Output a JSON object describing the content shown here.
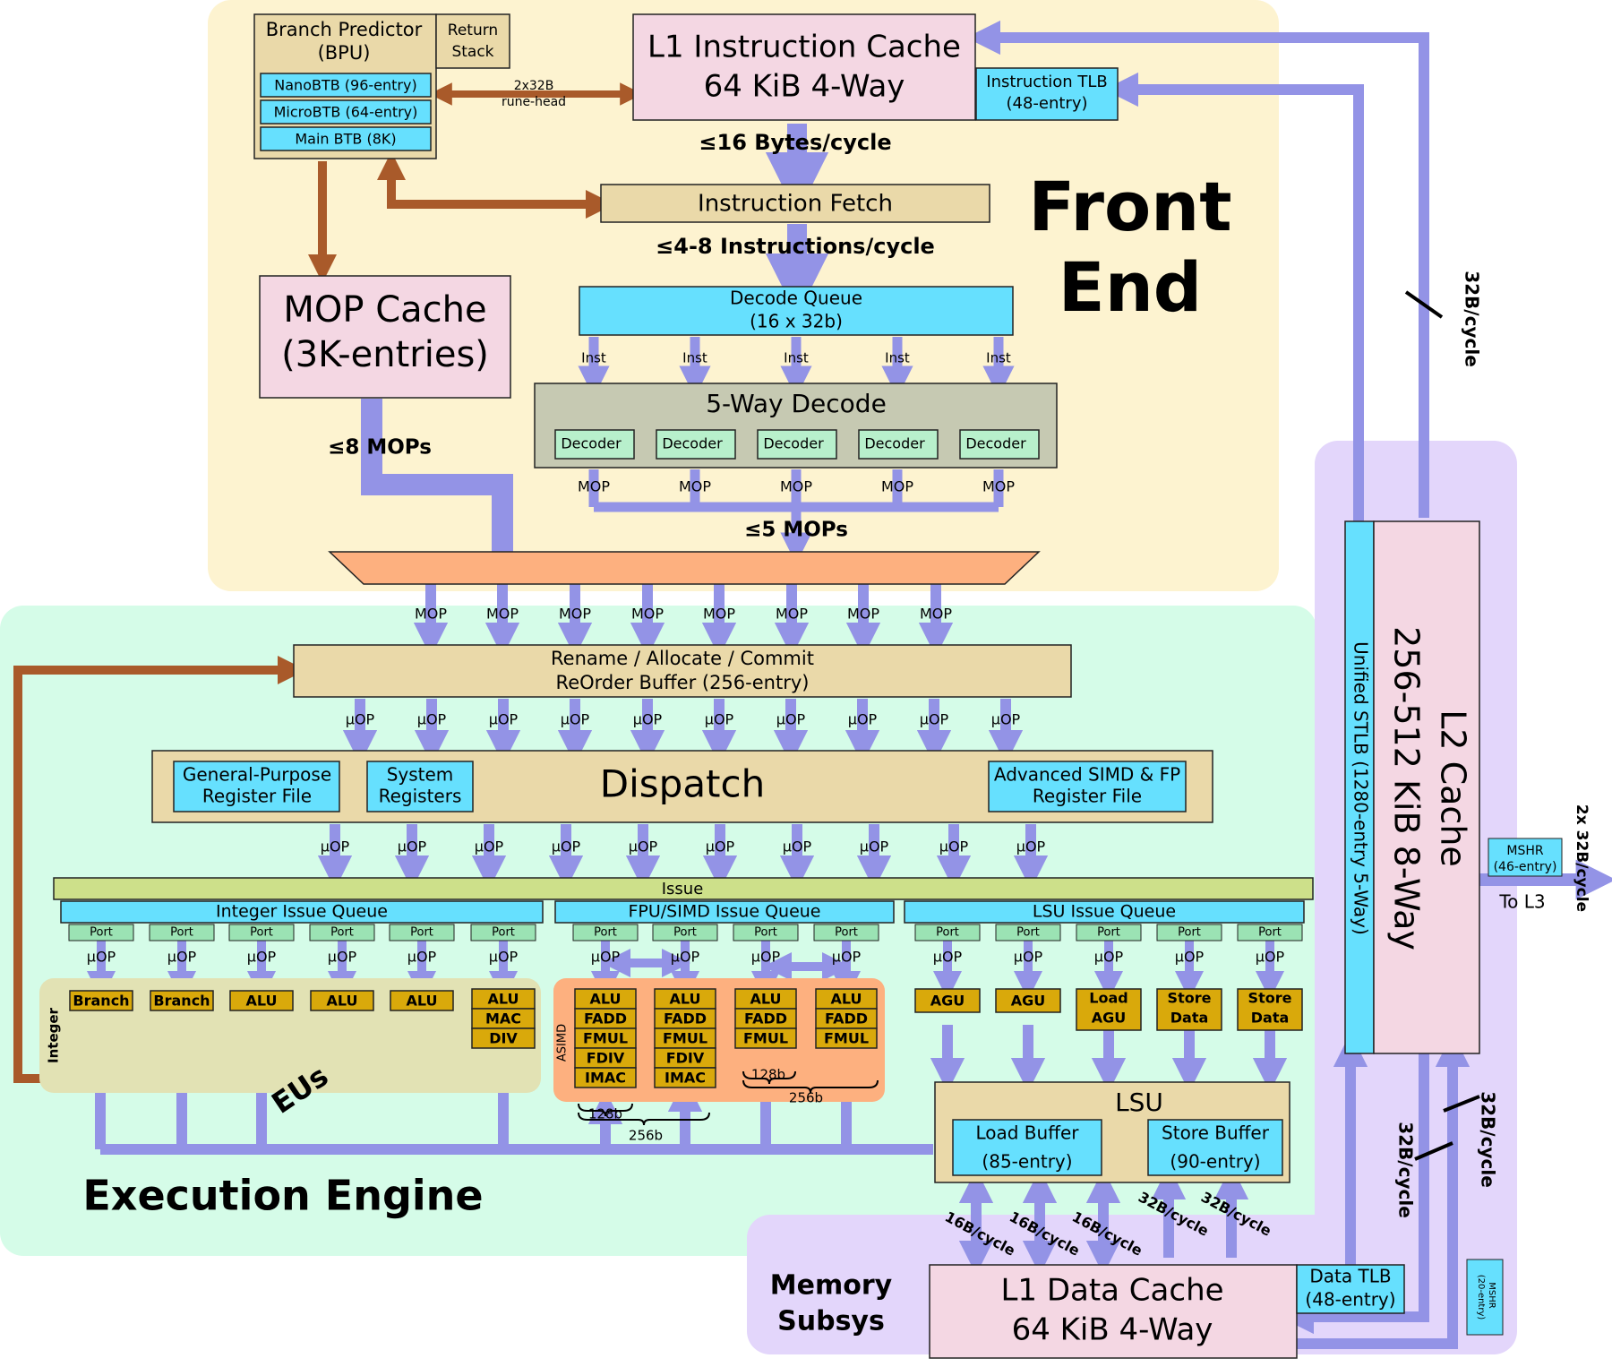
{
  "title": {
    "front_end_1": "Front",
    "front_end_2": "End",
    "execution_engine": "Execution Engine",
    "memory_1": "Memory",
    "memory_2": "Subsys",
    "eus": "EUs"
  },
  "front_end": {
    "bpu_title_1": "Branch Predictor",
    "bpu_title_2": "(BPU)",
    "return_stack_1": "Return",
    "return_stack_2": "Stack",
    "nanobtb": "NanoBTB (96-entry)",
    "microbtb": "MicroBTB (64-entry)",
    "mainbtb": "Main BTB (8K)",
    "bpu_link_1": "2x32B",
    "bpu_link_2": "rune-head",
    "l1i_1": "L1 Instruction Cache",
    "l1i_2": "64 KiB 4-Way",
    "itlb_1": "Instruction TLB",
    "itlb_2": "(48-entry)",
    "fetch_bw": "≤16 Bytes/cycle",
    "instruction_fetch": "Instruction Fetch",
    "fetch_rate": "≤4-8 Instructions/cycle",
    "decode_queue_1": "Decode Queue",
    "decode_queue_2": "(16 x 32b)",
    "inst": "Inst",
    "decode_title": "5-Way Decode",
    "decoder": "Decoder",
    "mop": "MOP",
    "mops5": "≤5 MOPs",
    "mops8": "≤8 MOPs",
    "mop_cache_1": "MOP Cache",
    "mop_cache_2": "(3K-entries)"
  },
  "execution": {
    "rename_1": "Rename / Allocate / Commit",
    "rename_2": "ReOrder Buffer (256-entry)",
    "uop": "µOP",
    "gprf_1": "General-Purpose",
    "gprf_2": "Register File",
    "sysreg_1": "System",
    "sysreg_2": "Registers",
    "dispatch": "Dispatch",
    "simdrf_1": "Advanced SIMD & FP",
    "simdrf_2": "Register File",
    "issue": "Issue",
    "int_iq": "Integer Issue Queue",
    "fp_iq": "FPU/SIMD Issue Queue",
    "lsu_iq": "LSU Issue Queue",
    "port": "Port",
    "integer_label": "Integer",
    "asimd_label": "ASIMD",
    "int_units": [
      "Branch",
      "Branch",
      "ALU",
      "ALU",
      "ALU"
    ],
    "int_unit6": [
      "ALU",
      "MAC",
      "DIV"
    ],
    "fp_unit1": [
      "ALU",
      "FADD",
      "FMUL",
      "FDIV",
      "IMAC"
    ],
    "fp_unit2": [
      "ALU",
      "FADD",
      "FMUL",
      "FDIV",
      "IMAC"
    ],
    "fp_unit3": [
      "ALU",
      "FADD",
      "FMUL"
    ],
    "fp_unit4": [
      "ALU",
      "FADD",
      "FMUL"
    ],
    "lsu_units": [
      [
        "AGU"
      ],
      [
        "AGU"
      ],
      [
        "Load",
        "AGU"
      ],
      [
        "Store",
        "Data"
      ],
      [
        "Store",
        "Data"
      ]
    ],
    "w128": "128b",
    "w256": "256b",
    "lsu": "LSU",
    "load_buf_1": "Load Buffer",
    "load_buf_2": "(85-entry)",
    "store_buf_1": "Store Buffer",
    "store_buf_2": "(90-entry)"
  },
  "memory": {
    "l1d_1": "L1 Data Cache",
    "l1d_2": "64 KiB 4-Way",
    "dtlb_1": "Data TLB",
    "dtlb_2": "(48-entry)",
    "mshr20_1": "MSHR",
    "mshr20_2": "(20-entry)",
    "bw16": "16B/cycle",
    "bw32": "32B/cycle",
    "l2_1": "L2 Cache",
    "l2_2": "256-512 KiB 8-Way",
    "stlb": "Unified STLB (1280-entry 5-Way)",
    "mshr46_1": "MSHR",
    "mshr46_2": "(46-entry)",
    "to_l3": "To L3",
    "l3_bw": "2x 32B/cycle"
  },
  "colors": {
    "front_bg": "#fdf3d0",
    "exec_bg": "#d5fce8",
    "mem_bg": "#e3d6fb",
    "cache_pink": "#f4d7e3",
    "cyan": "#66e0fe",
    "tan": "#ead9a9",
    "unit_gold": "#d9a90b",
    "arrow_blue": "#9393e6",
    "arrow_brown": "#a95a2a",
    "port_green": "#9be3b4",
    "issue_green": "#cde08a",
    "decode_grey": "#c6c9b2",
    "asimd_orange": "#fdb07f",
    "int_olive": "#e2e2b4"
  }
}
